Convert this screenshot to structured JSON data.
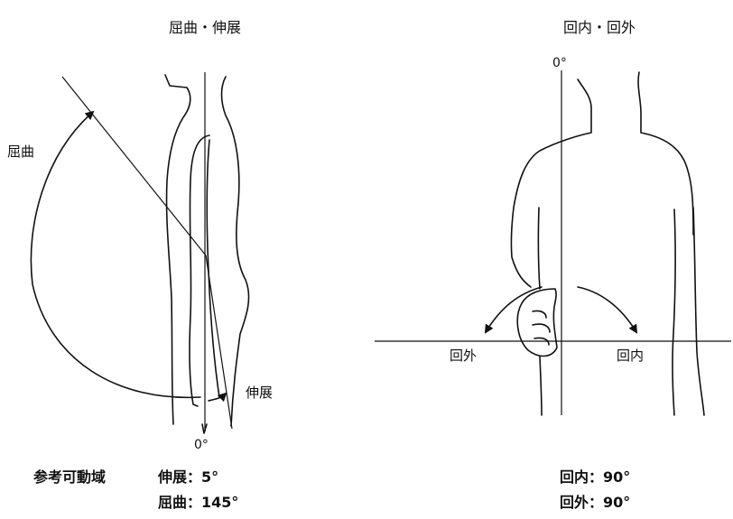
{
  "left_panel": {
    "title": "屈曲・伸展",
    "flexion_label": "屈曲",
    "extension_label": "伸展",
    "zero_label": "0°",
    "range_heading": "参考可動域",
    "extension_value": "伸展：5°",
    "flexion_value": "屈曲：145°"
  },
  "right_panel": {
    "title": "回内・回外",
    "zero_label": "0°",
    "supination_label": "回外",
    "pronation_label": "回内",
    "pronation_value": "回内：90°",
    "supination_value": "回外：90°"
  }
}
